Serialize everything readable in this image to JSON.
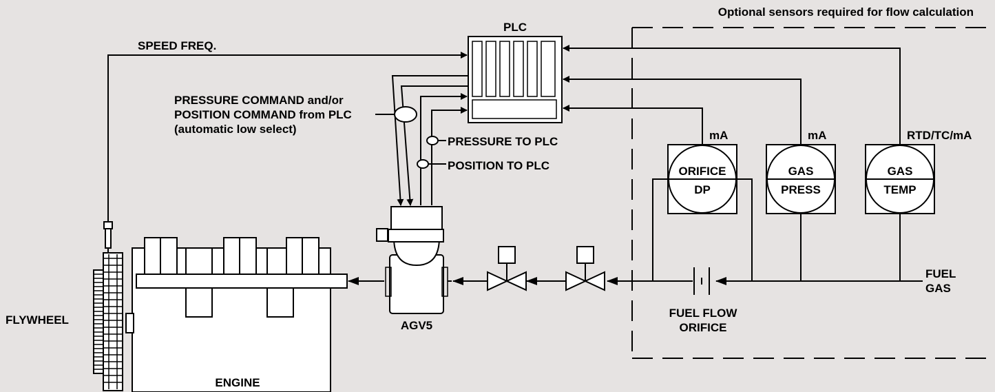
{
  "labels": {
    "optional_note": "Optional sensors required for flow calculation",
    "plc": "PLC",
    "speed_freq": "SPEED FREQ.",
    "command_line1": "PRESSURE COMMAND and/or",
    "command_line2": "POSITION COMMAND from PLC",
    "command_line3": "(automatic low select)",
    "pressure_to_plc": "PRESSURE TO PLC",
    "position_to_plc": "POSITION TO PLC",
    "flywheel": "FLYWHEEL",
    "engine": "ENGINE",
    "agv5": "AGV5",
    "fuel_flow_orifice_line1": "FUEL FLOW",
    "fuel_flow_orifice_line2": "ORIFICE",
    "fuel_gas_line1": "FUEL",
    "fuel_gas_line2": "GAS"
  },
  "sensors": [
    {
      "signal": "mA",
      "top": "ORIFICE",
      "bottom": "DP"
    },
    {
      "signal": "mA",
      "top": "GAS",
      "bottom": "PRESS"
    },
    {
      "signal": "RTD/TC/mA",
      "top": "GAS",
      "bottom": "TEMP"
    }
  ]
}
